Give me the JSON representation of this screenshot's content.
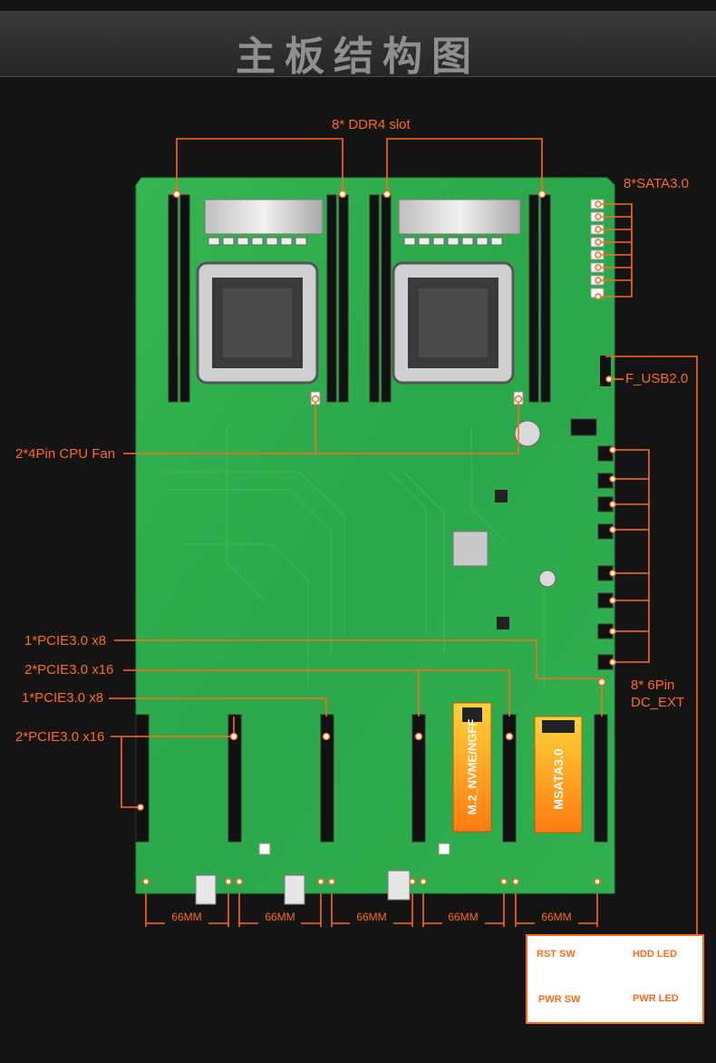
{
  "page": {
    "title": "主板结构图"
  },
  "labels": {
    "ddr4": "8* DDR4 slot",
    "sata": "8*SATA3.0",
    "f_usb": "F_USB2.0",
    "cpu_fan": "2*4Pin CPU Fan",
    "dc_ext_line1": "8* 6Pin",
    "dc_ext_line2": "DC_EXT",
    "pcie_x8_a": "1*PCIE3.0 x8",
    "pcie_x16_a": "2*PCIE3.0 x16",
    "pcie_x8_b": "1*PCIE3.0 x8",
    "pcie_x16_b": "2*PCIE3.0 x16",
    "m2": "M.2_NVME/NGFF",
    "msata": "MSATA3.0"
  },
  "dimensions": [
    "66MM",
    "66MM",
    "66MM",
    "66MM",
    "66MM"
  ],
  "legend": {
    "rst_sw": "RST SW",
    "hdd_led": "HDD LED",
    "pwr_sw": "PWR SW",
    "pwr_led": "PWR LED"
  },
  "colors": {
    "accent": "#ff6a1a",
    "board": "#2fb04e",
    "background": "#141414"
  }
}
